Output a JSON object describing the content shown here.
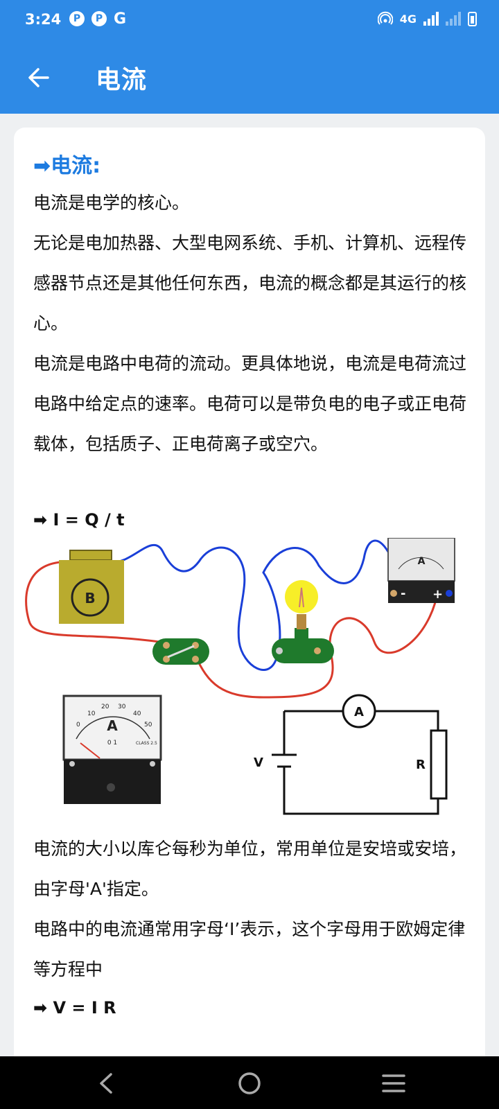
{
  "status_bar": {
    "time": "3:24",
    "left_icons": [
      "p-icon",
      "p-icon",
      "g-icon"
    ],
    "icon_letters": [
      "P",
      "P",
      "G"
    ],
    "network": "4G"
  },
  "app_bar": {
    "title": "电流",
    "back_icon": "arrow-left-icon"
  },
  "content": {
    "heading": "➡电流:",
    "paragraphs": [
      "电流是电学的核心。",
      "无论是电加热器、大型电网系统、手机、计算机、远程传感器节点还是其他任何东西，电流的概念都是其运行的核心。",
      "电流是电路中电荷的流动。更具体地说，电流是电荷流过电路中给定点的速率。电荷可以是带负电的电子或正电荷载体，包括质子、正电荷离子或空穴。",
      "电流的大小以库仑每秒为单位，常用单位是安培或安培，由字母'A'指定。",
      "电路中的电流通常用字母‘I’表示，这个字母用于欧姆定律等方程中"
    ],
    "formula_1": "➡ I = Q / t",
    "formula_2": "➡ V = I R",
    "figure": {
      "battery_label": "B",
      "ammeter_label": "A",
      "ammeter_scale": [
        "0",
        "10",
        "20",
        "30",
        "40",
        "50"
      ],
      "ammeter_unit_text": "0 1",
      "ammeter_class": "CLASS 2.5",
      "terminal_minus": "-",
      "terminal_plus": "+",
      "schematic_v": "V",
      "schematic_r": "R",
      "schematic_a": "A"
    }
  },
  "nav_bar": {
    "buttons": [
      "back-nav-icon",
      "home-nav-icon",
      "recents-nav-icon"
    ]
  },
  "colors": {
    "primary": "#2e8ae6",
    "heading": "#1d7be0",
    "wire_red": "#d93a2b",
    "wire_blue": "#1a3fd8",
    "battery": "#b9ab2e",
    "switch_board": "#1f7a2c"
  }
}
